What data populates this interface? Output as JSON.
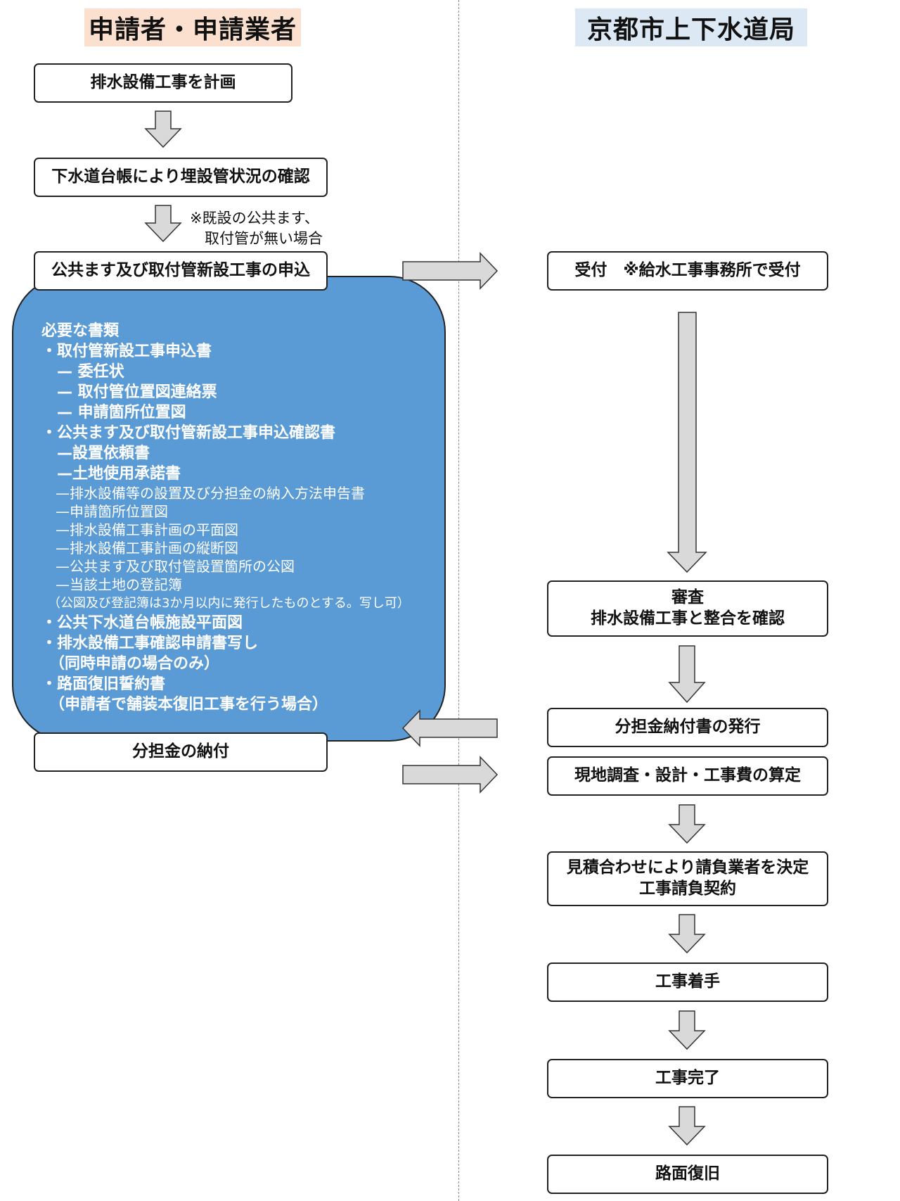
{
  "headers": {
    "applicant": "申請者・申請業者",
    "bureau": "京都市上下水道局"
  },
  "applicant_steps": {
    "plan": "排水設備工事を計画",
    "check": "下水道台帳により埋設管状況の確認",
    "note_line1": "※既設の公共ます、",
    "note_line2": "　取付管が無い場合",
    "apply": "公共ます及び取付管新設工事の申込",
    "pay": "分担金の納付"
  },
  "required_documents": {
    "items": [
      {
        "text": "必要な書類",
        "style": "bold"
      },
      {
        "text": "・取付管新設工事申込書",
        "style": "bold"
      },
      {
        "text": "　— 委任状",
        "style": "bold"
      },
      {
        "text": "　— 取付管位置図連絡票",
        "style": "bold"
      },
      {
        "text": "　— 申請箇所位置図",
        "style": "bold"
      },
      {
        "text": "・公共ます及び取付管新設工事申込確認書",
        "style": "bold"
      },
      {
        "text": "　—設置依頼書",
        "style": "bold"
      },
      {
        "text": "　—土地使用承諾書",
        "style": "bold"
      },
      {
        "text": "　—排水設備等の設置及び分担金の納入方法申告書",
        "style": "normal"
      },
      {
        "text": "　—申請箇所位置図",
        "style": "normal"
      },
      {
        "text": "　—排水設備工事計画の平面図",
        "style": "normal"
      },
      {
        "text": "　—排水設備工事計画の縦断図",
        "style": "normal"
      },
      {
        "text": "　—公共ます及び取付管設置箇所の公図",
        "style": "normal"
      },
      {
        "text": "　—当該土地の登記簿",
        "style": "normal"
      },
      {
        "text": "　（公図及び登記簿は3か月以内に発行したものとする。写し可）",
        "style": "small"
      },
      {
        "text": "・公共下水道台帳施設平面図",
        "style": "bold"
      },
      {
        "text": "・排水設備工事確認申請書写し",
        "style": "bold"
      },
      {
        "text": "　（同時申請の場合のみ）",
        "style": "bold"
      },
      {
        "text": "・路面復旧誓約書",
        "style": "bold"
      },
      {
        "text": "　（申請者で舗装本復旧工事を行う場合）",
        "style": "bold"
      }
    ]
  },
  "bureau_steps": {
    "reception": "受付　※給水工事事務所で受付",
    "review_line1": "審査",
    "review_line2": "排水設備工事と整合を確認",
    "invoice": "分担金納付書の発行",
    "survey": "現地調査・設計・工事費の算定",
    "contract_line1": "見積合わせにより請負業者を決定",
    "contract_line2": "工事請負契約",
    "start": "工事着手",
    "complete": "工事完了",
    "restore": "路面復旧"
  },
  "colors": {
    "arrow_fill": "#d9d9d9",
    "docs_fill": "#5b9bd5",
    "header_left": "#fbe0cf",
    "header_right": "#dde8f5"
  }
}
